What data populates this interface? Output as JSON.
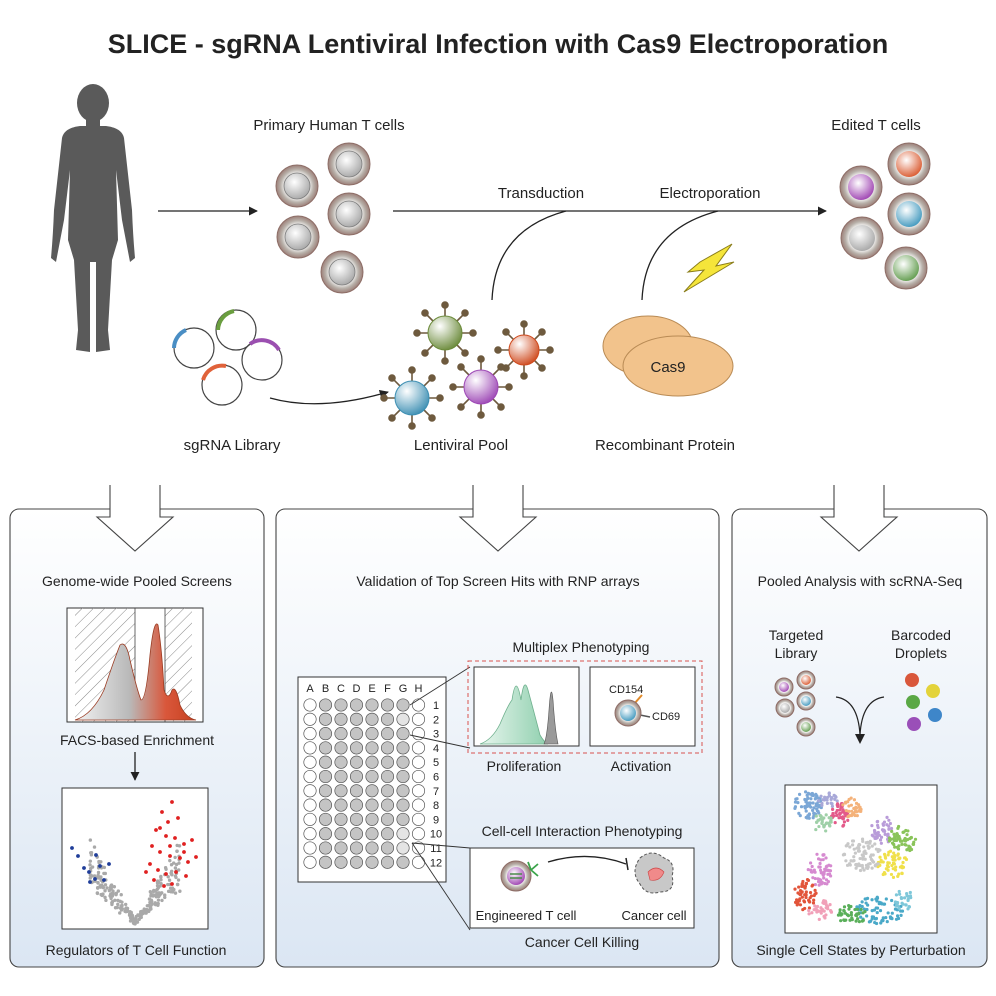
{
  "title": "SLICE - sgRNA Lentiviral Infection with Cas9 Electroporation",
  "top": {
    "primary_label": "Primary Human T cells",
    "edited_label": "Edited T cells",
    "transduction_label": "Transduction",
    "electroporation_label": "Electroporation",
    "library_label": "sgRNA Library",
    "pool_label": "Lentiviral Pool",
    "protein_label": "Recombinant Protein",
    "cas9_label": "Cas9"
  },
  "panels": {
    "left": {
      "title": "Genome-wide Pooled Screens",
      "facs_label": "FACS-based Enrichment",
      "regulators_label": "Regulators of T Cell Function"
    },
    "middle": {
      "title": "Validation of Top Screen Hits with RNP arrays",
      "columns": [
        "A",
        "B",
        "C",
        "D",
        "E",
        "F",
        "G",
        "H"
      ],
      "rows": [
        "1",
        "2",
        "3",
        "4",
        "5",
        "6",
        "7",
        "8",
        "9",
        "10",
        "11",
        "12"
      ],
      "multiplex_label": "Multiplex Phenotyping",
      "proliferation_label": "Proliferation",
      "activation_label": "Activation",
      "cd154_label": "CD154",
      "cd69_label": "CD69",
      "interaction_label": "Cell-cell Interaction Phenotyping",
      "engineered_label": "Engineered T cell",
      "cancer_cell_label": "Cancer cell",
      "killing_label": "Cancer Cell Killing"
    },
    "right": {
      "title": "Pooled Analysis with scRNA-Seq",
      "targeted_label_1": "Targeted",
      "targeted_label_2": "Library",
      "barcoded_label_1": "Barcoded",
      "barcoded_label_2": "Droplets",
      "states_label": "Single Cell States by Perturbation"
    }
  },
  "colors": {
    "panel_fill_top": "#ffffff",
    "panel_fill_bottom": "#dfe9f5",
    "salmon": "#d9573b",
    "mint": "#a8dcc3",
    "volcano_red": "#e02020",
    "volcano_blue": "#1f3d99",
    "silhouette": "#5a5a5a",
    "cas9": "#f2c38c",
    "bolt": "#f5e53a"
  }
}
